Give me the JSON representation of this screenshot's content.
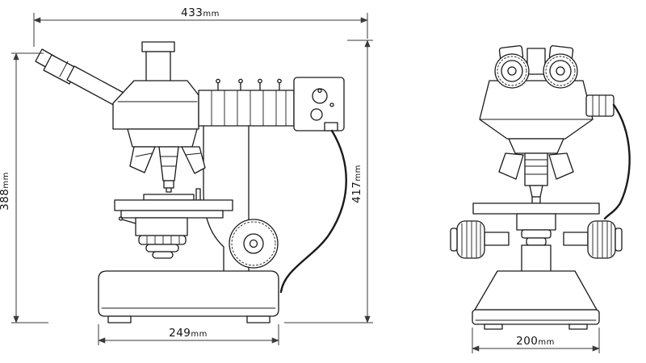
{
  "drawing": {
    "line_color": "#1a1a1a",
    "dimension_line_color": "#3a3a3a",
    "background_color": "#ffffff"
  },
  "dimensions": {
    "overall_width": {
      "value": "433",
      "unit": "mm"
    },
    "eyepiece_height": {
      "value": "388",
      "unit": "mm"
    },
    "overall_height": {
      "value": "417",
      "unit": "mm"
    },
    "base_depth": {
      "value": "249",
      "unit": "mm"
    },
    "base_width": {
      "value": "200",
      "unit": "mm"
    }
  }
}
